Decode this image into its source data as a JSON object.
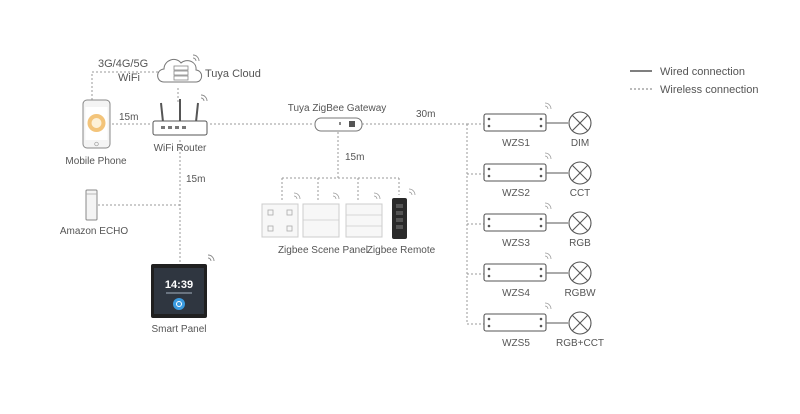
{
  "legend": {
    "wired": "Wired connection",
    "wireless": "Wireless connection"
  },
  "devices": {
    "cloud": "Tuya Cloud",
    "cellular_line1": "3G/4G/5G",
    "cellular_line2": "WiFi",
    "phone": "Mobile Phone",
    "router": "WiFi Router",
    "gateway": "Tuya ZigBee Gateway",
    "echo": "Amazon ECHO",
    "smart_panel": "Smart Panel",
    "panel_time": "14:39",
    "scene_panel": "Zigbee Scene Panel",
    "remote": "Zigbee Remote"
  },
  "distances": {
    "phone_router": "15m",
    "router_panel": "15m",
    "gateway_panels": "15m",
    "gateway_controllers": "30m"
  },
  "controllers": [
    {
      "name": "WZS1",
      "light": "DIM"
    },
    {
      "name": "WZS2",
      "light": "CCT"
    },
    {
      "name": "WZS3",
      "light": "RGB"
    },
    {
      "name": "WZS4",
      "light": "RGBW"
    },
    {
      "name": "WZS5",
      "light": "RGB+CCT"
    }
  ]
}
